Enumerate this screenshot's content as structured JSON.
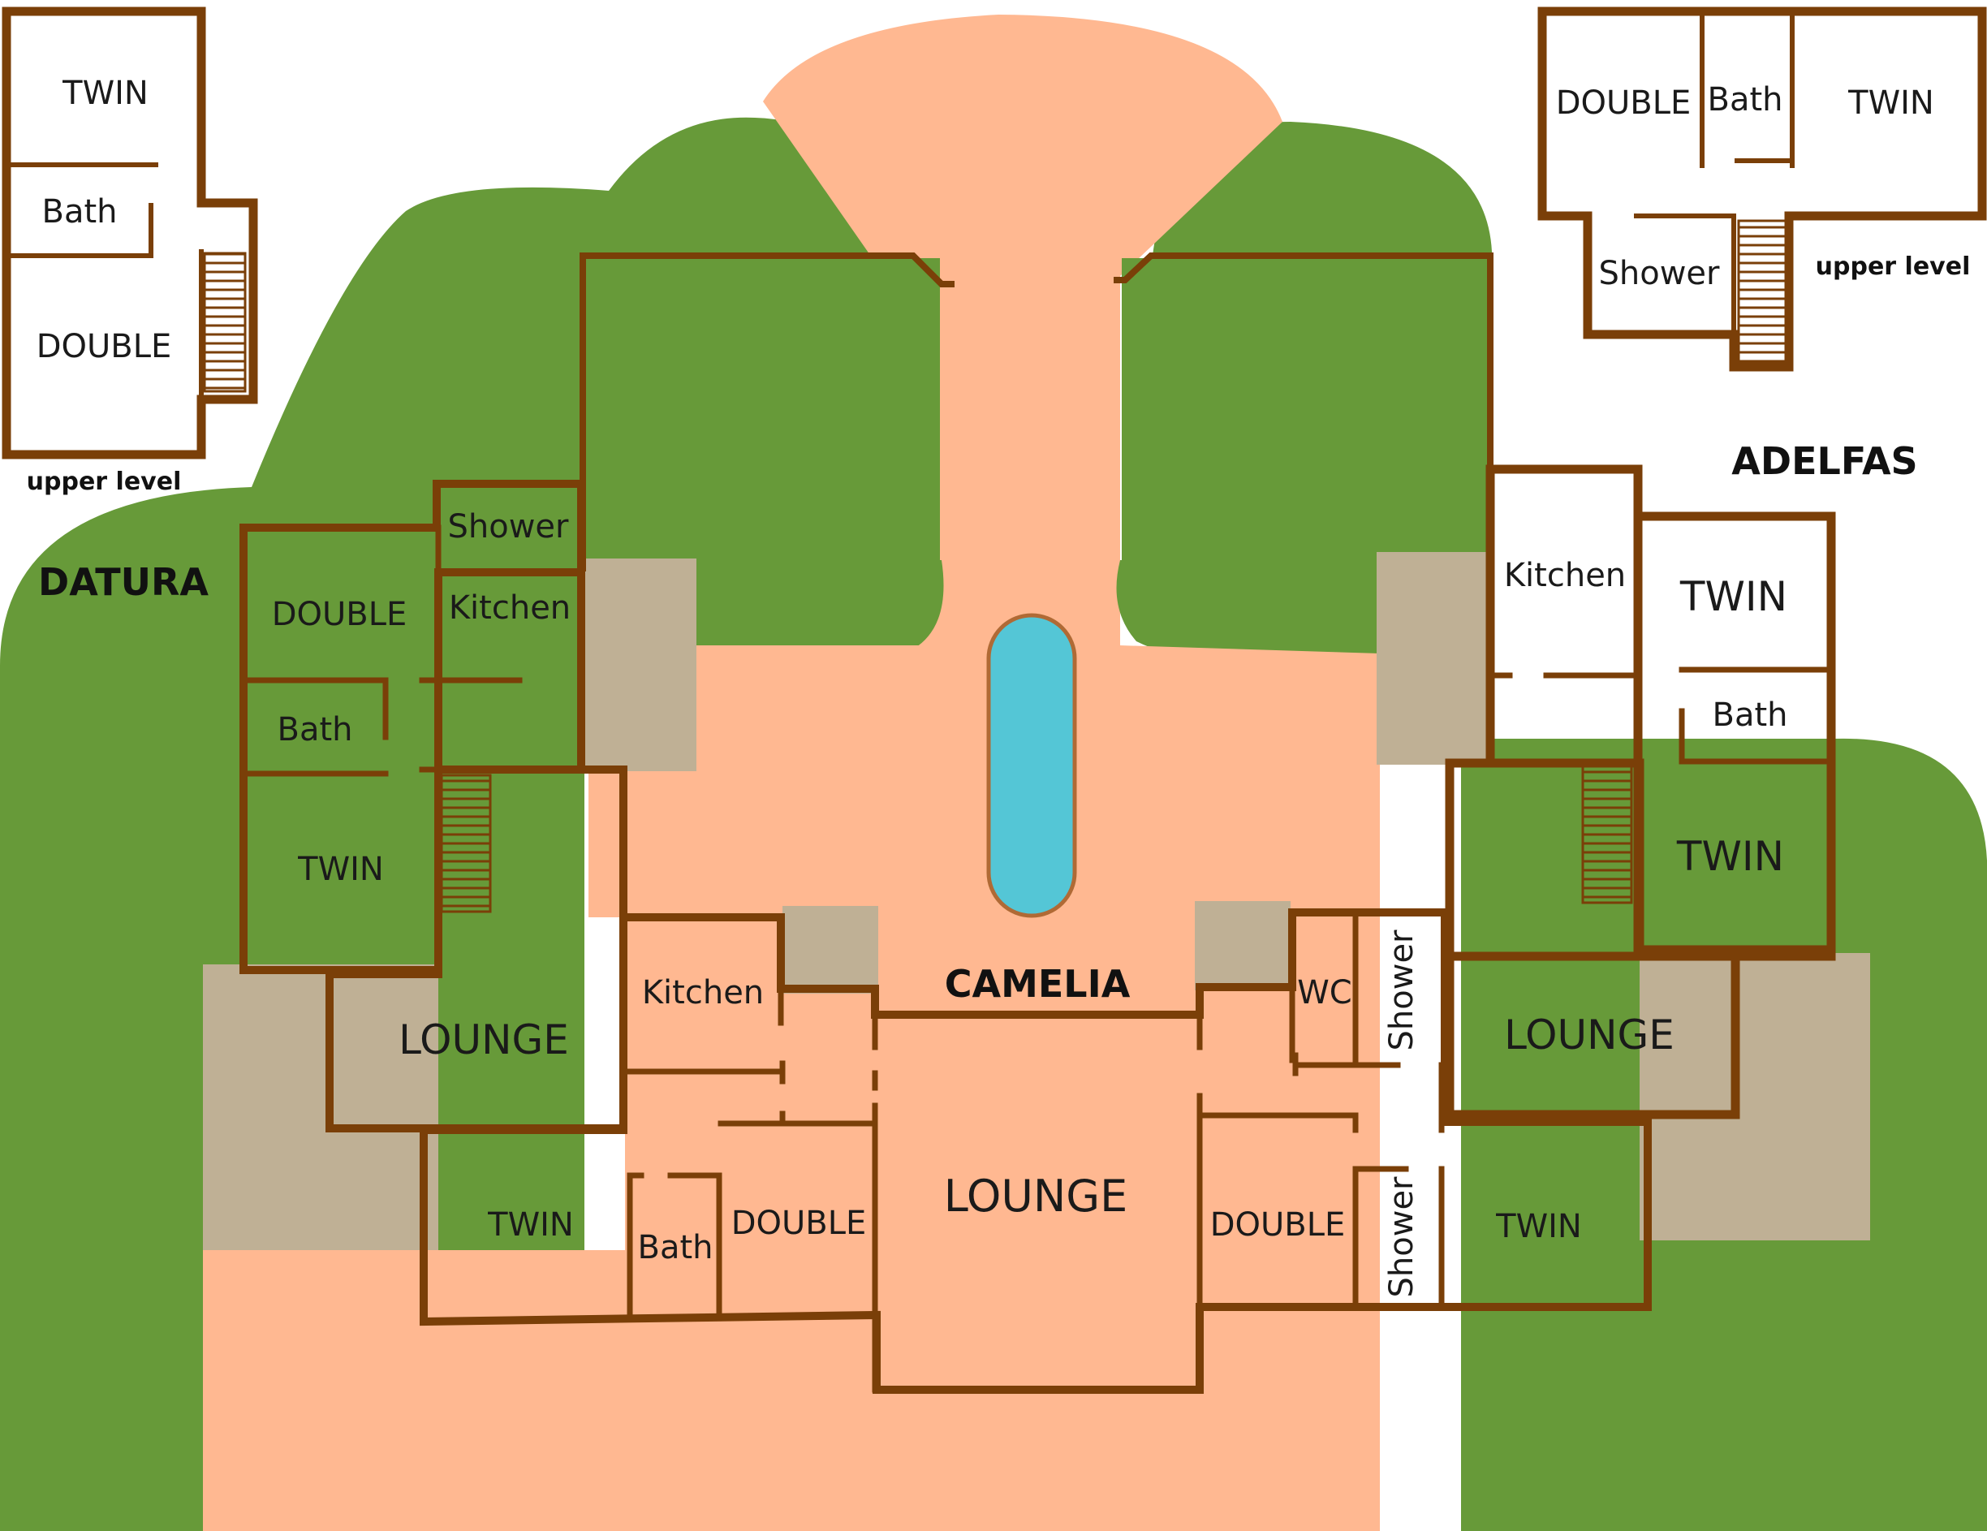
{
  "colors": {
    "garden": "#679a39",
    "path": "#ffb891",
    "terrace": "#bfb095",
    "pool": "#54c6d6",
    "datura": "#ff832e",
    "adelfas": "#ffcc00",
    "camelia": "#fff6d0",
    "wall": "#7a3f08"
  },
  "villas": {
    "datura": {
      "name": "DATURA",
      "upper_level": {
        "caption": "upper level",
        "rooms": {
          "twin": "TWIN",
          "bath": "Bath",
          "double": "DOUBLE"
        }
      },
      "ground": {
        "shower": "Shower",
        "double": "DOUBLE",
        "kitchen": "Kitchen",
        "bath": "Bath",
        "twin": "TWIN",
        "lounge": "LOUNGE"
      }
    },
    "adelfas": {
      "name": "ADELFAS",
      "upper_level": {
        "caption": "upper level",
        "rooms": {
          "double": "DOUBLE",
          "bath": "Bath",
          "twin": "TWIN",
          "shower": "Shower"
        }
      },
      "ground": {
        "kitchen": "Kitchen",
        "twin_top": "TWIN",
        "bath": "Bath",
        "twin_bottom": "TWIN",
        "lounge": "LOUNGE"
      }
    },
    "camelia": {
      "name": "CAMELIA",
      "rooms": {
        "kitchen": "Kitchen",
        "lounge": "LOUNGE",
        "wc": "WC",
        "shower_top": "Shower",
        "twin_left": "TWIN",
        "bath": "Bath",
        "double_left": "DOUBLE",
        "double_right": "DOUBLE",
        "shower_bottom": "Shower",
        "twin_right": "TWIN"
      }
    }
  },
  "icons": {
    "pool": "swimming-pool-icon",
    "stairs": "staircase-icon"
  }
}
